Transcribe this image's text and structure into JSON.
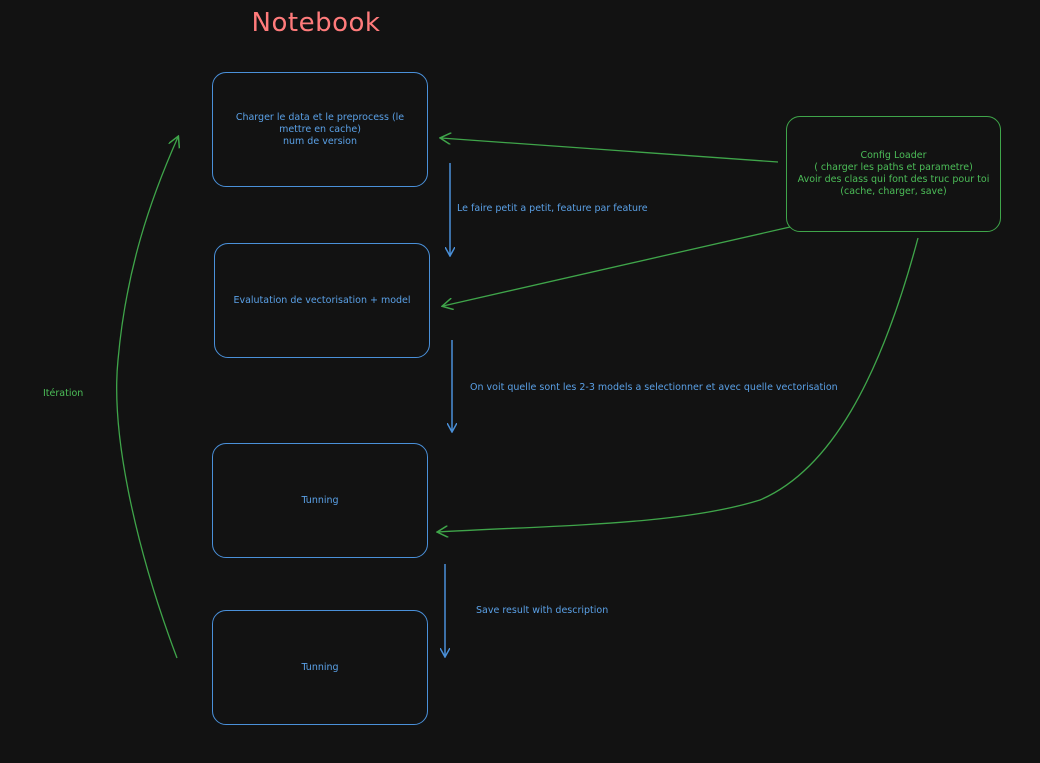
{
  "title": "Notebook",
  "colors": {
    "background": "#121212",
    "title": "#ff7b7b",
    "blue": "#4a90d9",
    "blue_text": "#5aa0e6",
    "green": "#3fa54a",
    "green_text": "#4cbd58"
  },
  "nodes": {
    "load_data": "Charger le data et le preprocess (le mettre en cache)\nnum de version",
    "evaluation": "Evalutation de vectorisation + model",
    "tuning_1": "Tunning",
    "tuning_2": "Tunning",
    "config_loader": "Config Loader\n( charger les paths et parametre)\nAvoir des class qui font des truc pour toi\n(cache, charger, save)"
  },
  "edge_labels": {
    "step_1": "Le faire petit a petit, feature par feature",
    "step_2": "On voit quelle sont les 2-3 models a selectionner et avec quelle vectorisation",
    "step_3": "Save result with description",
    "iteration": "Itération"
  }
}
